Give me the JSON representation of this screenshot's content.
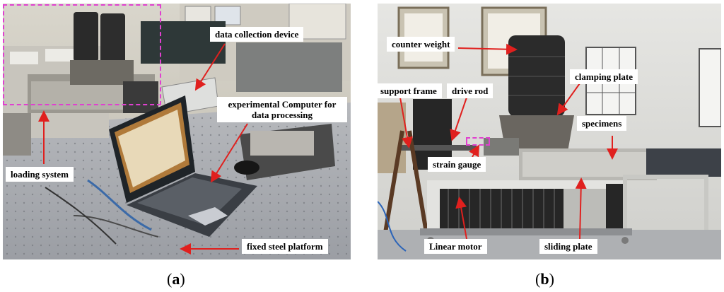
{
  "panel_a": {
    "labels": {
      "data_collection": "data collection device",
      "computer": "experimental Computer for data processing",
      "loading": "loading system",
      "platform": "fixed steel platform"
    },
    "caption_open": "(",
    "caption_letter": "a",
    "caption_close": ")"
  },
  "panel_b": {
    "labels": {
      "counter_weight": "counter weight",
      "support_frame": "support frame",
      "drive_rod": "drive rod",
      "clamping_plate": "clamping plate",
      "specimens": "specimens",
      "strain_gauge": "strain gauge",
      "linear_motor": "Linear motor",
      "sliding_plate": "sliding plate"
    },
    "caption_open": "(",
    "caption_letter": "b",
    "caption_close": ")"
  },
  "colors": {
    "arrow": "#e0201e",
    "highlight_box": "#e040d0",
    "label_bg": "#ffffff"
  }
}
